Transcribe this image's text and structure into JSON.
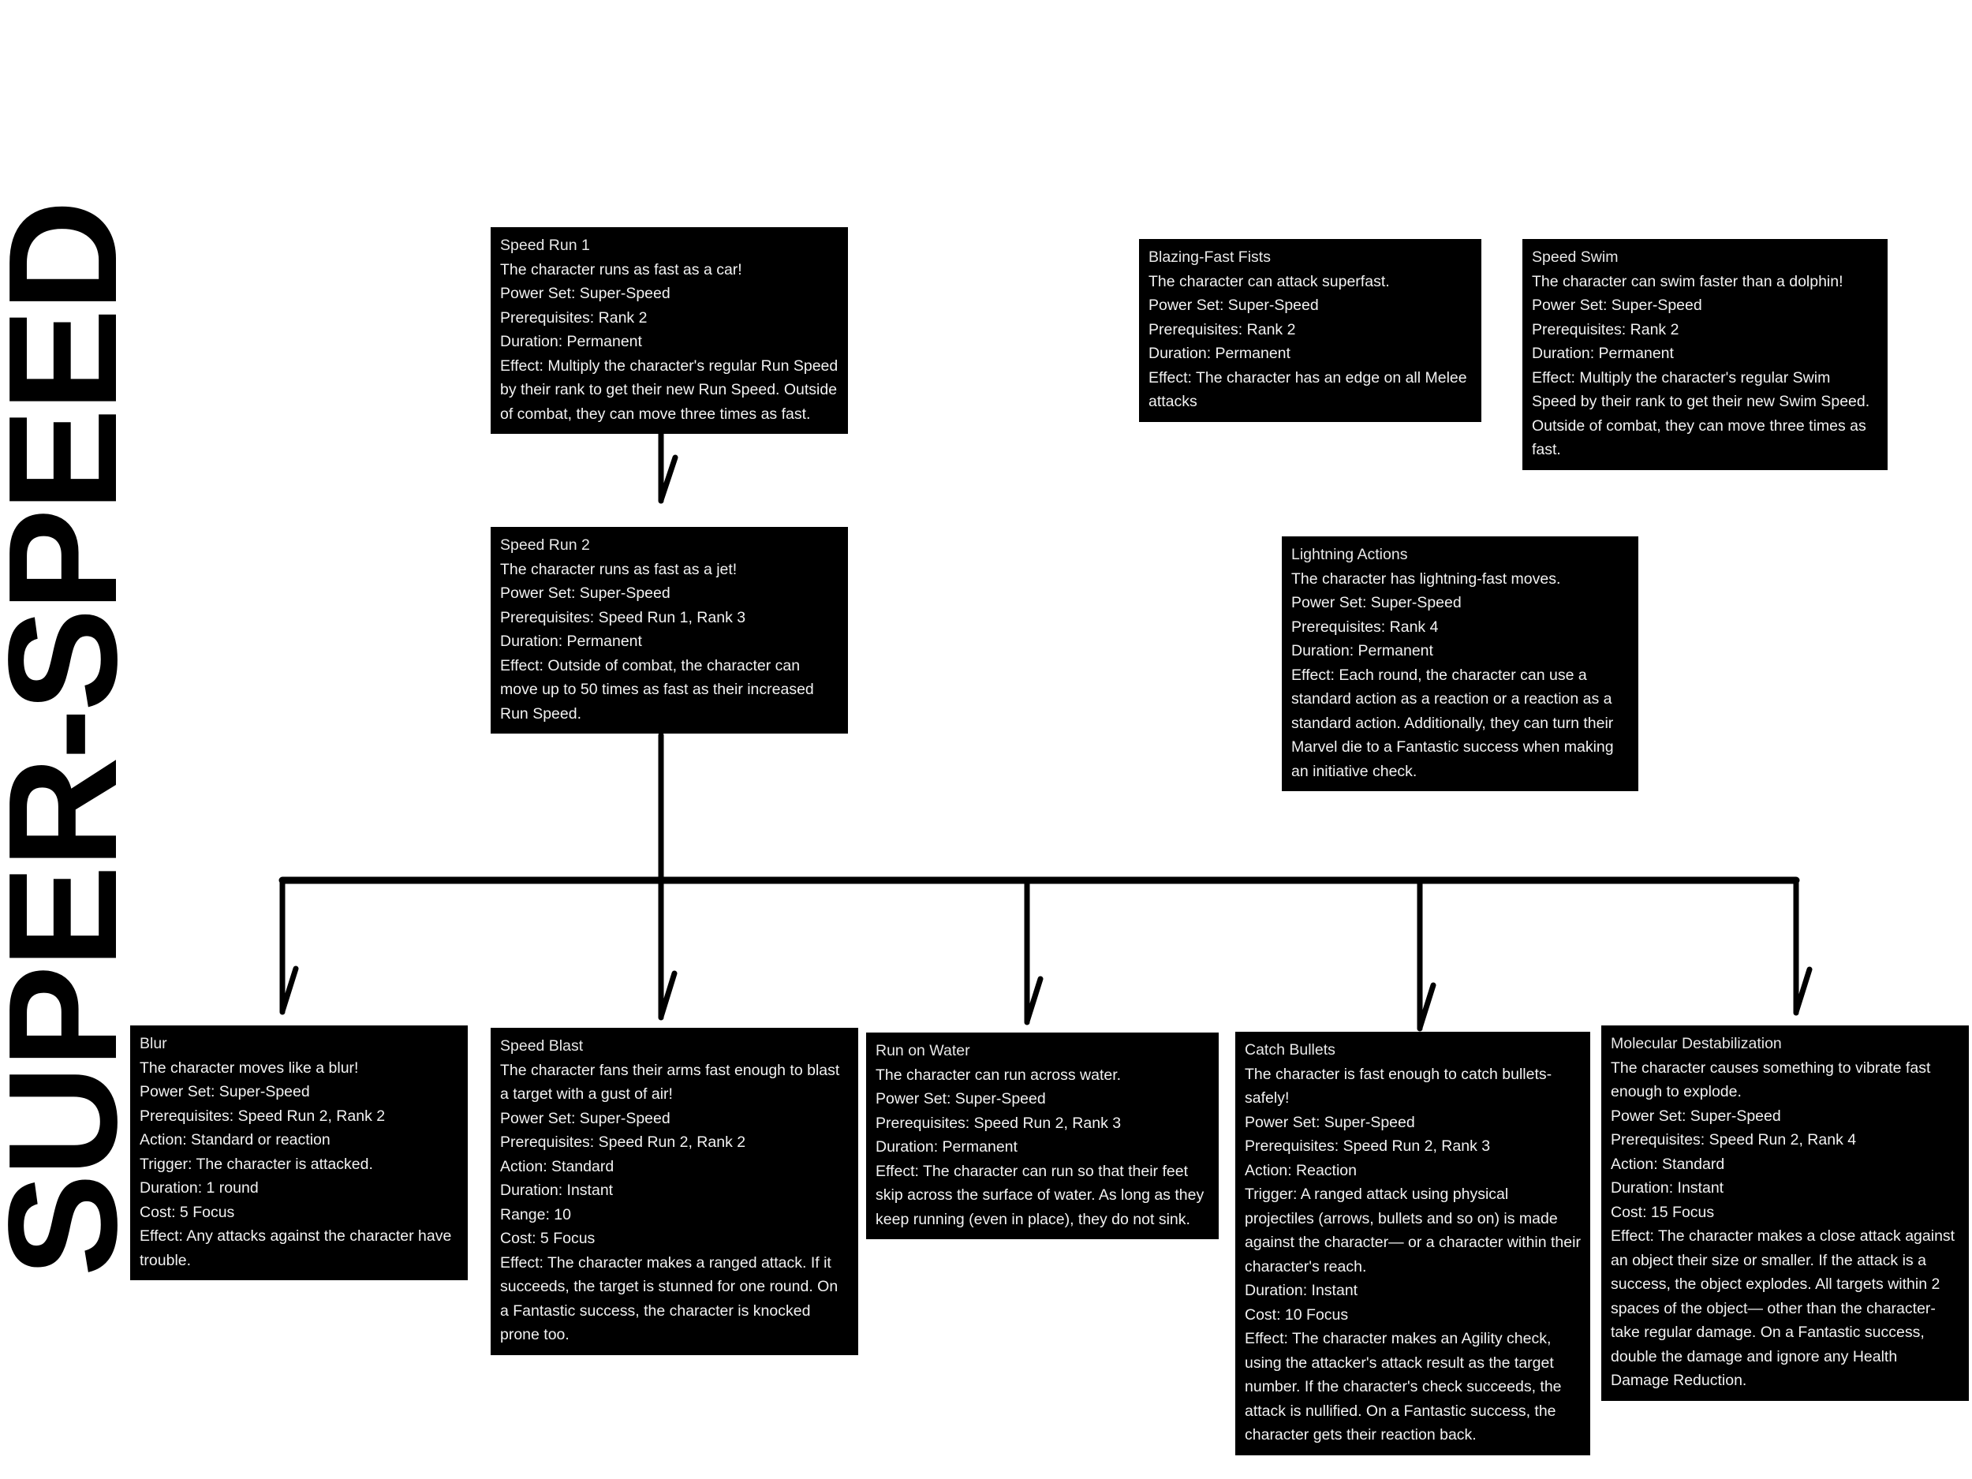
{
  "page": {
    "title": "SUPER-SPEED",
    "background_color": "#ffffff",
    "card_background_color": "#000000",
    "card_text_color": "#f2f2f2",
    "connector_color": "#000000"
  },
  "powers": [
    {
      "id": "speed-run-1",
      "name": "Speed Run 1",
      "description": "The character runs as fast as a car!",
      "power_set": "Power Set: Super-Speed",
      "prerequisites": "Prerequisites: Rank 2",
      "duration": "Duration: Permanent",
      "effect": "Effect: Multiply the character's regular Run Speed by their rank to get their new Run Speed. Outside of combat, they can move three times as fast."
    },
    {
      "id": "blazing-fast-fists",
      "name": "Blazing-Fast Fists",
      "description": "The character can attack superfast.",
      "power_set": "Power Set: Super-Speed",
      "prerequisites": "Prerequisites: Rank 2",
      "duration": "Duration: Permanent",
      "effect": "Effect: The character has an edge on all Melee attacks"
    },
    {
      "id": "speed-swim",
      "name": "Speed Swim",
      "description": "The character can swim faster than a dolphin!",
      "power_set": "Power Set: Super-Speed",
      "prerequisites": "Prerequisites: Rank 2",
      "duration": "Duration: Permanent",
      "effect": "Effect: Multiply the character's regular Swim Speed by their rank to get their new Swim Speed. Outside of combat, they can move three times as fast."
    },
    {
      "id": "speed-run-2",
      "name": "Speed Run 2",
      "description": "The character runs as fast as a jet!",
      "power_set": "Power Set: Super-Speed",
      "prerequisites": "Prerequisites: Speed Run 1, Rank 3",
      "duration": "Duration: Permanent",
      "effect": "Effect: Outside of combat, the character can move up to 50 times as fast as their increased Run Speed."
    },
    {
      "id": "lightning-actions",
      "name": "Lightning Actions",
      "description": "The character has lightning-fast moves.",
      "power_set": "Power Set: Super-Speed",
      "prerequisites": "Prerequisites: Rank 4",
      "duration": "Duration: Permanent",
      "effect": "Effect: Each round, the character can use a standard action as a reaction or a reaction as a standard action.  Additionally, they can turn their Marvel die to a Fantastic success when making an initiative check."
    },
    {
      "id": "blur",
      "name": "Blur",
      "description": "The character moves like a blur!",
      "power_set": "Power Set: Super-Speed",
      "prerequisites": "Prerequisites: Speed Run 2, Rank 2",
      "action": "Action: Standard or reaction",
      "trigger": "Trigger: The character is attacked.",
      "duration": "Duration: 1 round",
      "cost": "Cost: 5 Focus",
      "effect": "Effect: Any attacks against the character have trouble."
    },
    {
      "id": "speed-blast",
      "name": "Speed Blast",
      "description": "The character fans their arms fast enough to blast a target with a gust of air!",
      "power_set": "Power Set: Super-Speed",
      "prerequisites": "Prerequisites: Speed Run 2, Rank 2",
      "action": "Action: Standard",
      "duration": "Duration: Instant",
      "range": "Range: 10",
      "cost": "Cost: 5 Focus",
      "effect": "Effect: The character makes a ranged attack. If it succeeds, the target is stunned for one round. On a Fantastic success, the character is knocked prone too."
    },
    {
      "id": "run-on-water",
      "name": "Run on Water",
      "description": "The character can run across water.",
      "power_set": "Power Set: Super-Speed",
      "prerequisites": "Prerequisites: Speed Run 2, Rank 3",
      "duration": "Duration: Permanent",
      "effect": "Effect: The character can run so that their feet skip across the surface of water. As long as they keep running (even in place), they do not sink."
    },
    {
      "id": "catch-bullets",
      "name": "Catch Bullets",
      "description": "The character is fast enough to catch bullets-safely!",
      "power_set": "Power Set: Super-Speed",
      "prerequisites": "Prerequisites: Speed Run 2, Rank 3",
      "action": "Action: Reaction",
      "trigger": "Trigger: A ranged attack using physical projectiles (arrows, bullets and so on) is made against the character— or a character within their character's reach.",
      "duration": "Duration: Instant",
      "cost": "Cost: 10 Focus",
      "effect": "Effect: The character makes an Agility check, using the attacker's attack result as the target number. If the character's check succeeds, the attack is nullified. On a Fantastic success, the character gets their reaction back."
    },
    {
      "id": "molecular-destabilization",
      "name": "Molecular Destabilization",
      "description": "The character causes something to vibrate fast enough to explode.",
      "power_set": "Power Set: Super-Speed",
      "prerequisites": "Prerequisites: Speed Run 2, Rank 4",
      "action": "Action: Standard",
      "duration": "Duration: Instant",
      "cost": "Cost: 15 Focus",
      "effect": "Effect: The character makes a close attack against an object their size or smaller. If the attack is a success, the object explodes. All targets within 2 spaces of the object— other than the character-take regular damage. On a Fantastic success, double the damage and ignore any Health Damage Reduction."
    }
  ]
}
